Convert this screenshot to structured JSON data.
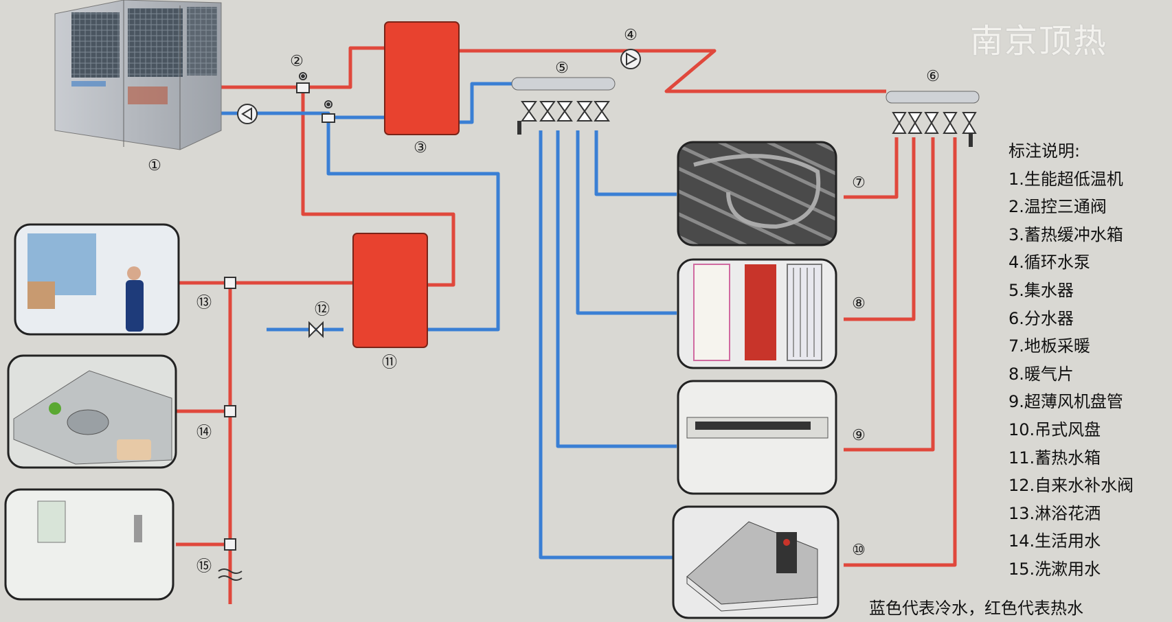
{
  "brand": "南京顶热",
  "component_numbers": [
    "①",
    "②",
    "③",
    "④",
    "⑤",
    "⑥",
    "⑦",
    "⑧",
    "⑨",
    "⑩",
    "⑪",
    "⑫",
    "⑬",
    "⑭",
    "⑮"
  ],
  "legend": {
    "title": "标注说明:",
    "items": [
      "1.生能超低温机",
      "2.温控三通阀",
      "3.蓄热缓冲水箱",
      "4.循环水泵",
      "5.集水器",
      "6.分水器",
      "7.地板采暖",
      "8.暖气片",
      "9.超薄风机盘管",
      "10.吊式风盘",
      "11.蓄热水箱",
      "12.自来水补水阀",
      "13.淋浴花洒",
      "14.生活用水",
      "15.洗漱用水"
    ]
  },
  "color_note": "蓝色代表冷水，红色代表热水",
  "colors": {
    "hot_pipe": "#e0483c",
    "cold_pipe": "#3a7fd4",
    "tank": "#e8422f",
    "background": "#d9d8d3"
  },
  "icons": [
    "heat-pump-unit-icon",
    "water-tank-icon",
    "pump-icon",
    "valve-icon",
    "manifold-icon",
    "floor-heating-icon",
    "radiator-icon",
    "fan-coil-icon",
    "ceiling-fan-coil-icon",
    "shower-icon",
    "kitchen-sink-icon",
    "washbasin-icon"
  ]
}
